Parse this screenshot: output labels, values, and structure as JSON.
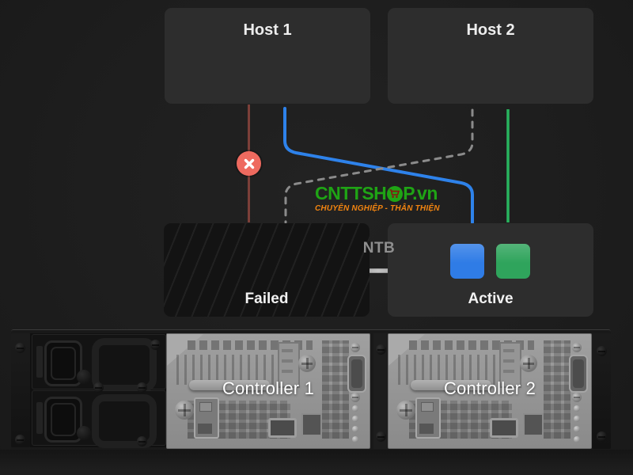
{
  "diagram": {
    "hosts": [
      {
        "label": "Host 1"
      },
      {
        "label": "Host 2"
      }
    ],
    "failed": {
      "label": "Failed"
    },
    "active": {
      "label": "Active"
    },
    "ntb": {
      "label": "NTB"
    },
    "colors": {
      "background": "#1e1e1e",
      "box": "#2d2d2d",
      "failed_line": "#7c3f39",
      "blue_line": "#2e82ea",
      "green_line": "#28b45e",
      "dashed_line": "#8b8b8b",
      "error_badge": "#ee6a5f",
      "blue_chip": "#2f7ce6",
      "green_chip": "#2fa45c",
      "ntb_text": "#8f8f8f"
    }
  },
  "logo": {
    "prefix": "CNTTSH",
    "suffix": "P.vn",
    "tagline": "CHUYÊN NGHIỆP - THÂN THIỆN",
    "green": "#1fa415",
    "orange": "#f28410",
    "cart_red": "#8b1313"
  },
  "hardware": {
    "controllers": [
      {
        "label": "Controller 1"
      },
      {
        "label": "Controller 2"
      }
    ]
  }
}
